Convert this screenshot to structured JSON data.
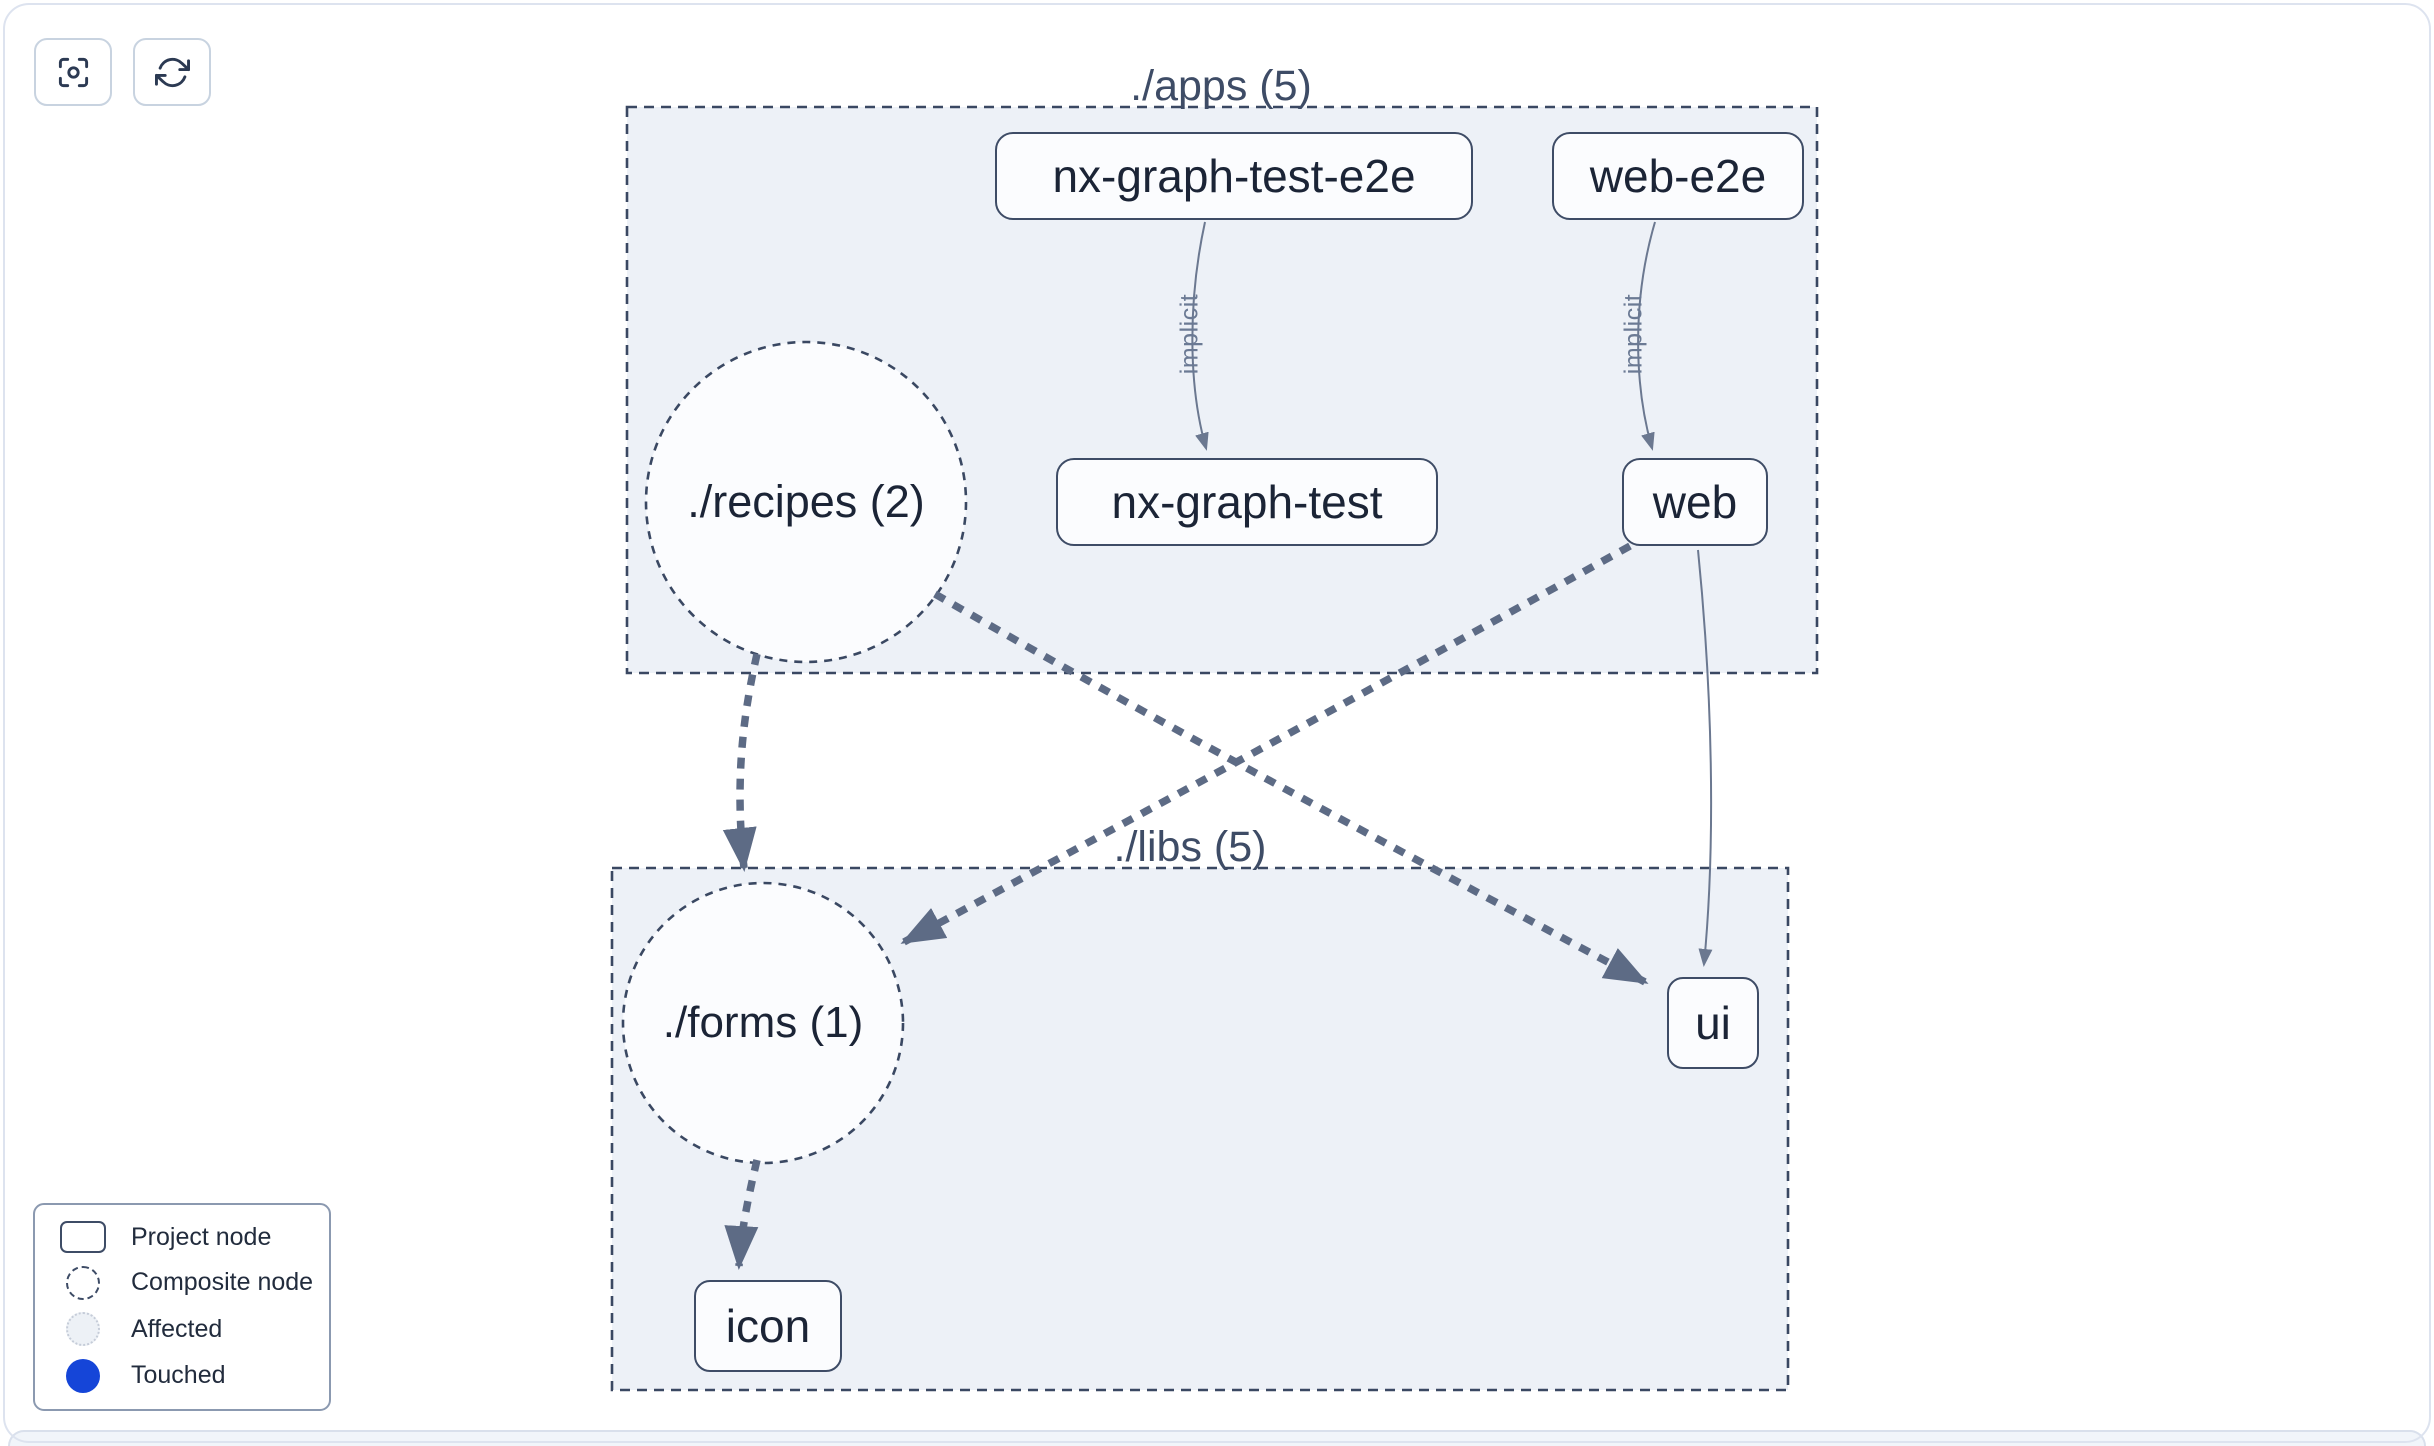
{
  "colors": {
    "canvas_border": "#dde3ef",
    "cluster_fill": "#edf1f7",
    "cluster_stroke": "#3a4862",
    "node_fill": "#fbfcfe",
    "node_stroke": "#3e4c66",
    "node_text": "#1b2436",
    "edge_thin": "#6b7890",
    "edge_thick": "#5d6b85",
    "cluster_label": "#3e4c66",
    "edge_label": "#6b7a94",
    "touched_blue": "#1545d8",
    "affected_fill": "#edf1f6",
    "affected_border": "#c5ccd8",
    "legend_border": "#8b99b0",
    "button_border": "#c8d3e0",
    "icon_color": "#2c3a53",
    "strip_bg": "#f1f5fa",
    "strip_border": "#d9e0ec"
  },
  "graph": {
    "clusters": [
      {
        "id": "apps",
        "label": "./apps (5)"
      },
      {
        "id": "libs",
        "label": "./libs (5)"
      }
    ],
    "composite_nodes": [
      {
        "id": "recipes",
        "label": "./recipes (2)"
      },
      {
        "id": "forms",
        "label": "./forms (1)"
      }
    ],
    "project_nodes": [
      {
        "id": "nx-graph-test-e2e",
        "label": "nx-graph-test-e2e"
      },
      {
        "id": "web-e2e",
        "label": "web-e2e"
      },
      {
        "id": "nx-graph-test",
        "label": "nx-graph-test"
      },
      {
        "id": "web",
        "label": "web"
      },
      {
        "id": "ui",
        "label": "ui"
      },
      {
        "id": "icon",
        "label": "icon"
      }
    ],
    "edge_labels": [
      {
        "label": "implicit"
      },
      {
        "label": "implicit"
      }
    ]
  },
  "legend": {
    "items": [
      {
        "label": "Project node"
      },
      {
        "label": "Composite node"
      },
      {
        "label": "Affected"
      },
      {
        "label": "Touched"
      }
    ]
  }
}
